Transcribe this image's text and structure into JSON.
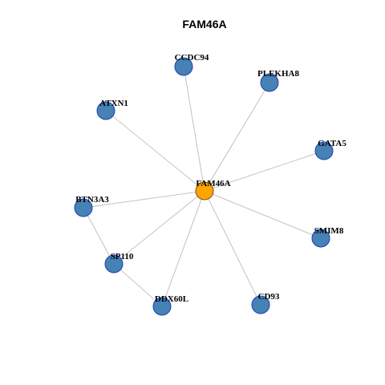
{
  "title": "FAM46A",
  "colors": {
    "center_node": "#ffa500",
    "peripheral_node": "#4682b4",
    "edge": "#b3b3b3"
  },
  "nodes": [
    {
      "id": "FAM46A",
      "center": true
    },
    {
      "id": "CCDC94"
    },
    {
      "id": "PLEKHA8"
    },
    {
      "id": "ATXN1"
    },
    {
      "id": "GATA5"
    },
    {
      "id": "BTN3A3"
    },
    {
      "id": "SMIM8"
    },
    {
      "id": "SP110"
    },
    {
      "id": "DDX60L"
    },
    {
      "id": "CD93"
    }
  ],
  "edges": [
    [
      "FAM46A",
      "CCDC94"
    ],
    [
      "FAM46A",
      "PLEKHA8"
    ],
    [
      "FAM46A",
      "ATXN1"
    ],
    [
      "FAM46A",
      "GATA5"
    ],
    [
      "FAM46A",
      "BTN3A3"
    ],
    [
      "FAM46A",
      "SMIM8"
    ],
    [
      "FAM46A",
      "SP110"
    ],
    [
      "FAM46A",
      "DDX60L"
    ],
    [
      "FAM46A",
      "CD93"
    ],
    [
      "BTN3A3",
      "SP110"
    ],
    [
      "SP110",
      "DDX60L"
    ]
  ]
}
